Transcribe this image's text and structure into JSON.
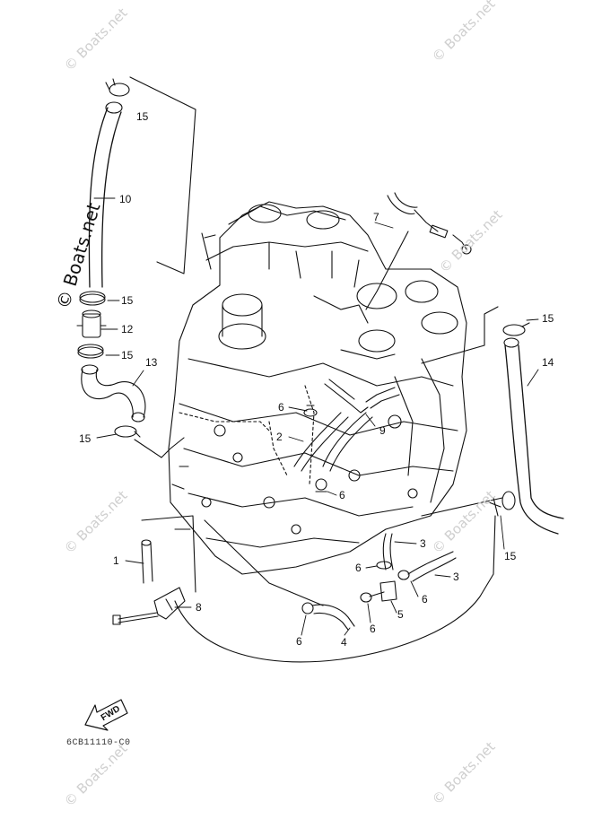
{
  "watermarks": {
    "text": "© Boats.net",
    "side_text": "© Boats.net"
  },
  "callouts": [
    "1",
    "2",
    "3",
    "3",
    "4",
    "5",
    "6",
    "6",
    "6",
    "6",
    "6",
    "7",
    "8",
    "9",
    "10",
    "12",
    "13",
    "14",
    "15",
    "15",
    "15",
    "15",
    "15",
    "15"
  ],
  "labels": {
    "c15a": "15",
    "c10": "10",
    "c15b": "15",
    "c12": "12",
    "c15c": "15",
    "c13": "13",
    "c15d": "15",
    "c1": "1",
    "c8": "8",
    "c6a": "6",
    "c2": "2",
    "c6b": "6",
    "c9": "9",
    "c7": "7",
    "c15e": "15",
    "c14": "14",
    "c15f": "15",
    "c3a": "3",
    "c6c": "6",
    "c3b": "3",
    "c6d": "6",
    "c5": "5",
    "c6e": "6",
    "c6f": "6",
    "c4": "4"
  },
  "fwd_label": "FWD",
  "drawing_code": "6CB11110-C0"
}
